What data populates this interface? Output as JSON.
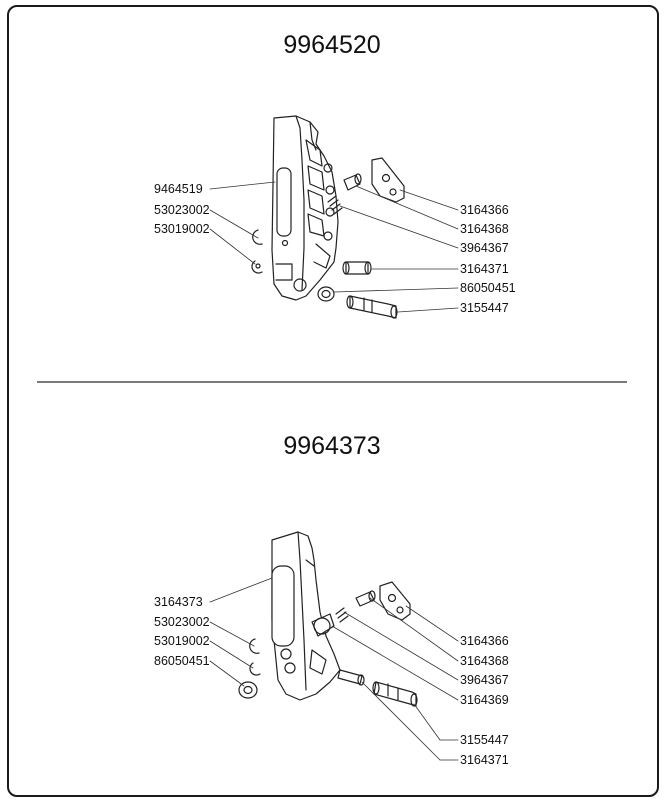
{
  "assemblies": [
    {
      "part_number": "9964520",
      "left_labels": [
        "9464519",
        "53023002",
        "53019002"
      ],
      "right_labels": [
        "3164366",
        "3164368",
        "3964367",
        "3164371",
        "86050451",
        "3155447"
      ]
    },
    {
      "part_number": "9964373",
      "left_labels": [
        "3164373",
        "53023002",
        "53019002",
        "86050451"
      ],
      "right_labels": [
        "3164366",
        "3164368",
        "3964367",
        "3164369",
        "3155447",
        "3164371"
      ]
    }
  ]
}
